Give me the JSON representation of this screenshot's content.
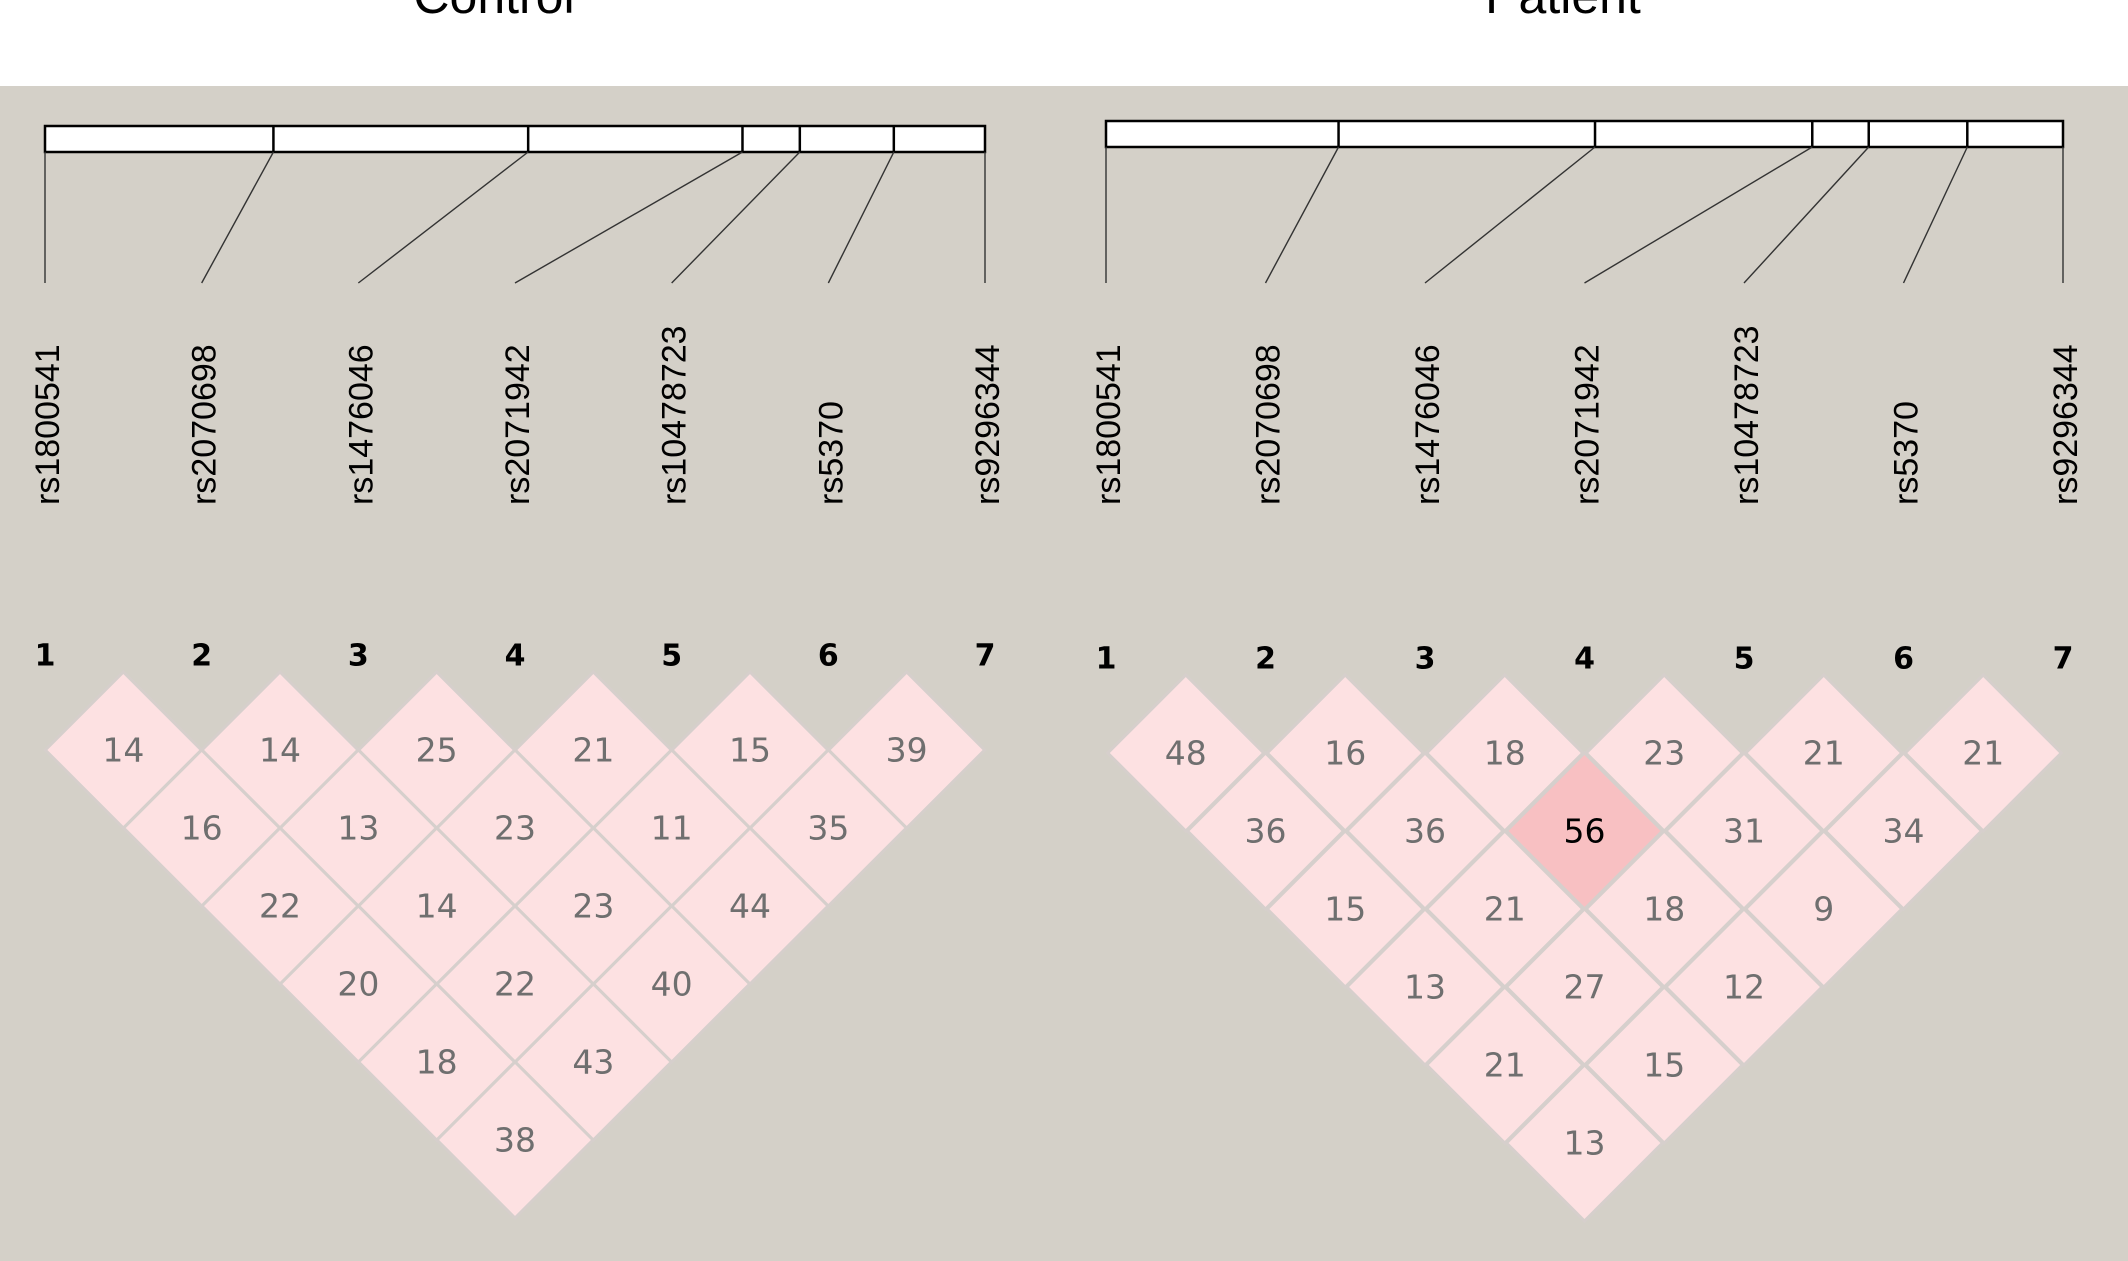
{
  "colors": {
    "title_bg": "#ffffff",
    "panel_bg": "#d4d0c8",
    "cell_fill": "#fde1e2",
    "cell_fill_strong": "#f8c0c2",
    "cell_stroke": "#d6cfcc",
    "value_text": "#6f6f6f",
    "value_text_strong": "#000000",
    "line": "#333333"
  },
  "panels": [
    {
      "title": "Control",
      "snps": [
        "rs1800541",
        "rs2070698",
        "rs1476046",
        "rs2071942",
        "rs10478723",
        "rs5370",
        "rs9296344"
      ],
      "marker_numbers": [
        "1",
        "2",
        "3",
        "4",
        "5",
        "6",
        "7"
      ],
      "position_fractions": [
        0,
        0.243,
        0.514,
        0.742,
        0.803,
        0.903,
        1
      ],
      "ld_matrix": [
        [
          14,
          14,
          25,
          21,
          15,
          39
        ],
        [
          16,
          13,
          23,
          11,
          35
        ],
        [
          22,
          14,
          23,
          44
        ],
        [
          20,
          22,
          40
        ],
        [
          18,
          43
        ],
        [
          38
        ]
      ],
      "strong_cells": []
    },
    {
      "title": "Patient",
      "snps": [
        "rs1800541",
        "rs2070698",
        "rs1476046",
        "rs2071942",
        "rs10478723",
        "rs5370",
        "rs9296344"
      ],
      "marker_numbers": [
        "1",
        "2",
        "3",
        "4",
        "5",
        "6",
        "7"
      ],
      "position_fractions": [
        0,
        0.243,
        0.511,
        0.738,
        0.797,
        0.9,
        1
      ],
      "ld_matrix": [
        [
          48,
          16,
          18,
          23,
          21,
          21
        ],
        [
          36,
          36,
          56,
          31,
          34
        ],
        [
          15,
          21,
          18,
          9
        ],
        [
          13,
          27,
          12
        ],
        [
          21,
          15
        ],
        [
          13
        ]
      ],
      "strong_cells": [
        [
          1,
          2
        ]
      ]
    }
  ]
}
